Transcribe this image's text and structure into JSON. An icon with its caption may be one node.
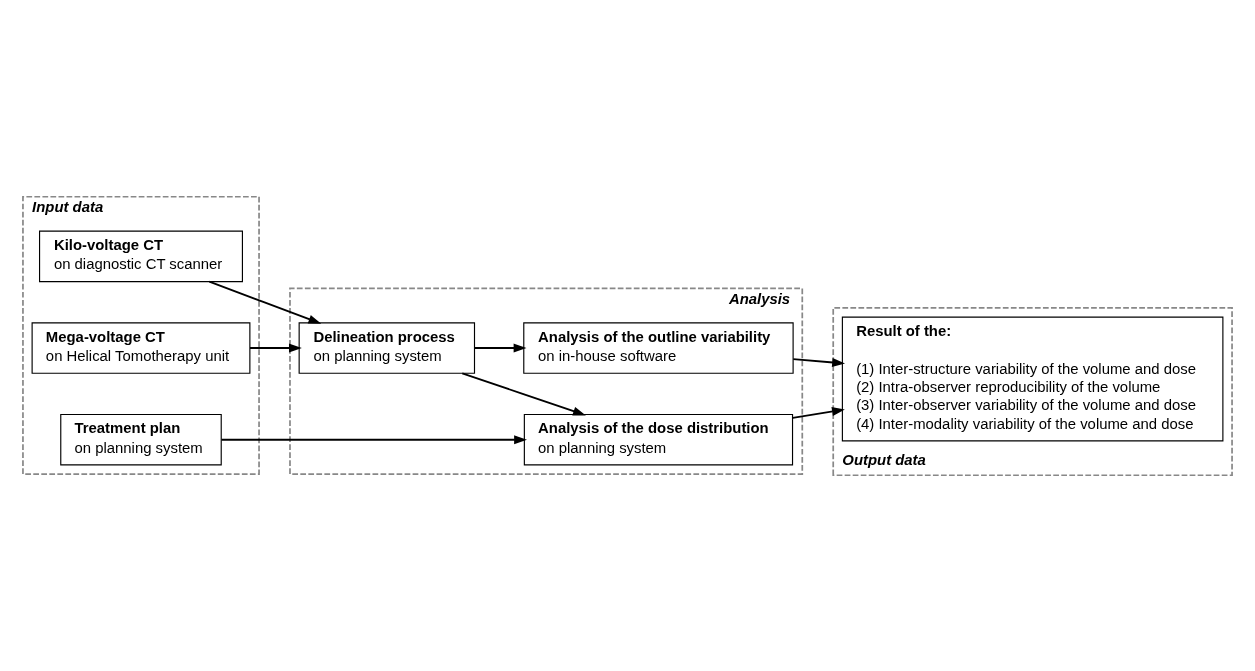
{
  "diagram": {
    "nodes": [
      {
        "text": [
          "Input data"
        ]
      },
      {
        "text": [
          "Kilo-voltage CT",
          "on diagnostic CT scanner"
        ],
        "in": 0
      },
      {
        "text": [
          "Mega-voltage CT",
          "on Helical Tomotherapy unit"
        ],
        "in": 0
      },
      {
        "text": [
          "Treatment plan",
          "on planning system"
        ],
        "in": 0
      },
      {
        "text": [
          "Analysis"
        ]
      },
      {
        "text": [
          "Delineation process",
          "on planning system"
        ],
        "in": 4
      },
      {
        "text": [
          "Analysis of the dose distribution",
          "on planning system"
        ],
        "in": 4
      },
      {
        "text": [
          "Analysis of the outline variability",
          "on in-house software"
        ],
        "in": 4
      },
      {
        "text": [
          "Output data"
        ]
      },
      {
        "text": [
          "Result of the:",
          "(1) Inter-structure variability of the volume and dose",
          "(2) Intra-observer reproducibility of the volume",
          "(3) Inter-observer variability of the volume and dose",
          "(4) Inter-modality variability of the volume and dose"
        ],
        "in": 8
      }
    ],
    "edges": [
      {
        "from": 1,
        "to": 5,
        "arrow": "to"
      },
      {
        "from": 2,
        "to": 5,
        "arrow": "to"
      },
      {
        "from": 3,
        "to": 6,
        "arrow": "to"
      },
      {
        "from": 5,
        "to": 6,
        "arrow": "to"
      },
      {
        "from": 5,
        "to": 7,
        "arrow": "to"
      },
      {
        "from": 6,
        "to": 9,
        "arrow": "to"
      },
      {
        "from": 7,
        "to": 9,
        "arrow": "to"
      }
    ]
  }
}
